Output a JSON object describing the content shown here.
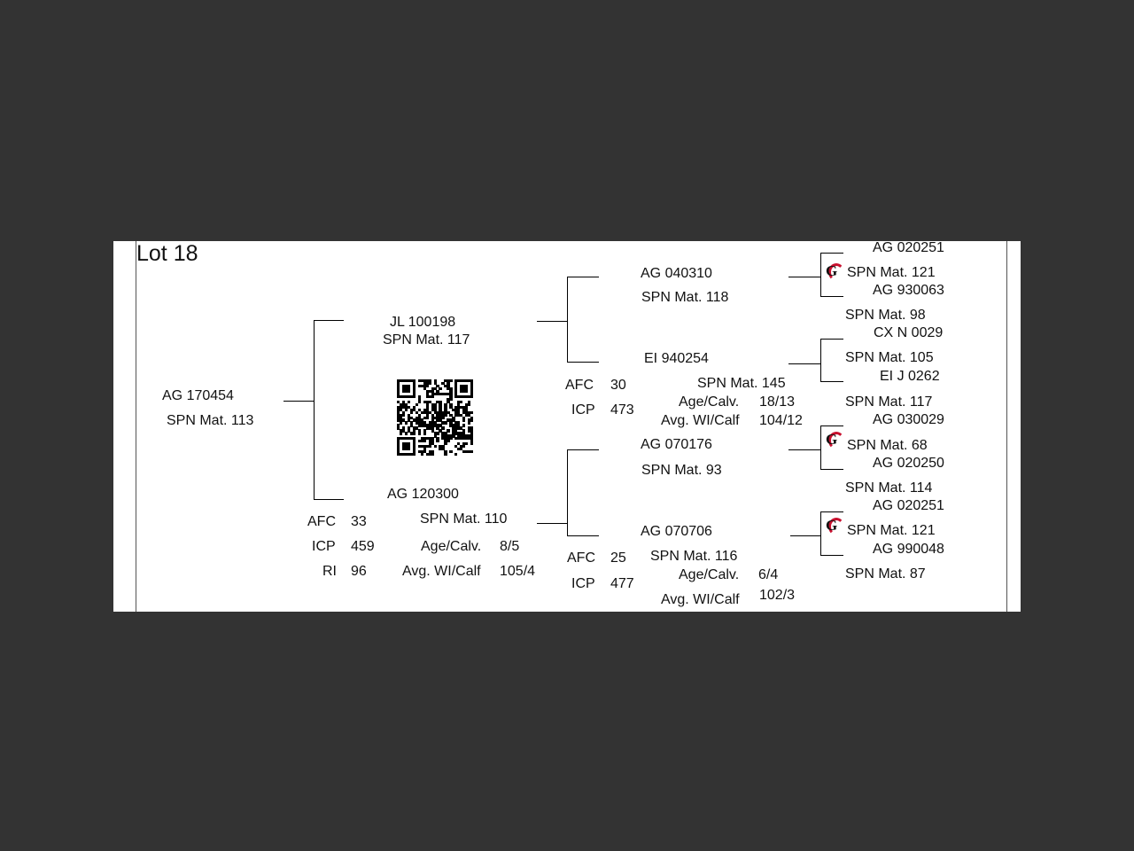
{
  "lot_title": "Lot 18",
  "animal": {
    "id": "AG  170454",
    "spn": "SPN Mat. 113"
  },
  "sire": {
    "id": "JL  100198",
    "spn": "SPN Mat. 117"
  },
  "dam": {
    "id": "AG  120300",
    "spn": "SPN Mat. 110",
    "afc_label": "AFC",
    "afc": "33",
    "icp_label": "ICP",
    "icp": "459",
    "ri_label": "RI",
    "ri": "96",
    "age_label": "Age/Calv.",
    "age": "8/5",
    "wi_label": "Avg. WI/Calf",
    "wi": "105/4"
  },
  "grandparents": {
    "ss": {
      "id": "AG  040310",
      "spn": "SPN Mat. 118"
    },
    "sd": {
      "id": "EI  940254",
      "spn": "SPN Mat. 145",
      "afc_label": "AFC",
      "afc": "30",
      "icp_label": "ICP",
      "icp": "473",
      "age_label": "Age/Calv.",
      "age": "18/13",
      "wi_label": "Avg. WI/Calf",
      "wi": "104/12"
    },
    "ds": {
      "id": "AG  070176",
      "spn": "SPN Mat. 93"
    },
    "dd": {
      "id": "AG  070706",
      "spn": "SPN Mat. 116",
      "afc_label": "AFC",
      "afc": "25",
      "icp_label": "ICP",
      "icp": "477",
      "age_label": "Age/Calv.",
      "age": "6/4",
      "wi_label": "Avg. WI/Calf",
      "wi": "102/3"
    }
  },
  "great_grandparents": [
    {
      "id": "AG  020251",
      "spn": "SPN Mat. 121"
    },
    {
      "id": "AG  930063",
      "spn": "SPN Mat. 98"
    },
    {
      "id": "CX  N 0029",
      "spn": "SPN Mat. 105"
    },
    {
      "id": "EI  J 0262",
      "spn": "SPN Mat. 117"
    },
    {
      "id": "AG  030029",
      "spn": "SPN Mat. 68"
    },
    {
      "id": "AG  020250",
      "spn": "SPN Mat. 114"
    },
    {
      "id": "AG  020251",
      "spn": "SPN Mat. 121"
    },
    {
      "id": "AG  990048",
      "spn": "SPN Mat. 87"
    }
  ],
  "colors": {
    "logo_red": "#c8102e",
    "background": "#333333",
    "page": "#ffffff"
  },
  "icons": {
    "qr": "qr-code-icon",
    "genotype": "genotype-logo-icon"
  }
}
